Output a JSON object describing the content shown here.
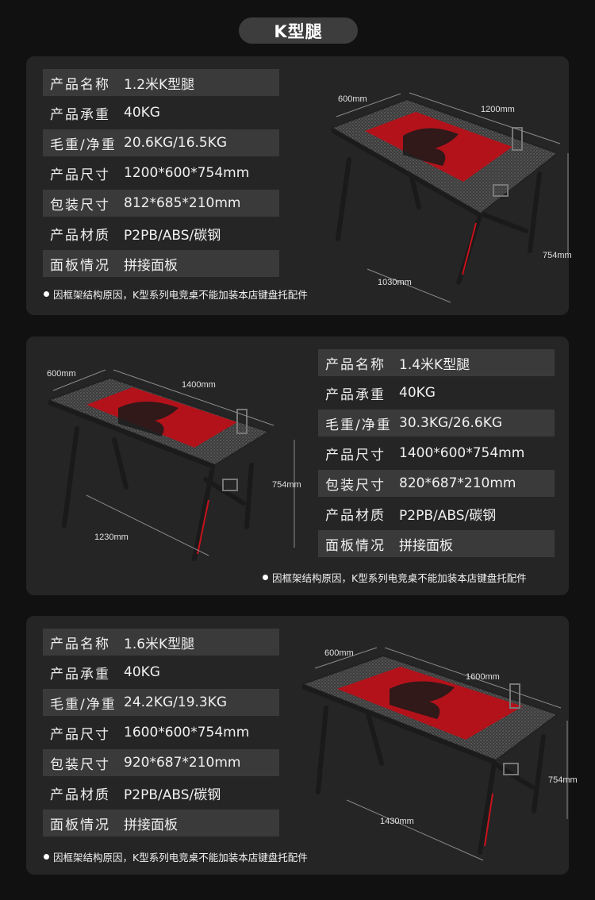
{
  "header": {
    "title": "K型腿"
  },
  "spec_keys": {
    "name": "产品名称",
    "load": "产品承重",
    "weight": "毛重/净重",
    "size": "产品尺寸",
    "package": "包装尺寸",
    "material": "产品材质",
    "panel": "面板情况"
  },
  "note_text": "因框架结构原因，K型系列电竞桌不能加装本店键盘托配件",
  "cards": [
    {
      "name": "1.2米K型腿",
      "load": "40KG",
      "weight": "20.6KG/16.5KG",
      "size": "1200*600*754mm",
      "package": "812*685*210mm",
      "material": "P2PB/ABS/碳钢",
      "panel": "拼接面板",
      "dims": {
        "depth": "600mm",
        "width": "1200mm",
        "height": "754mm",
        "leg": "1030mm"
      }
    },
    {
      "name": "1.4米K型腿",
      "load": "40KG",
      "weight": "30.3KG/26.6KG",
      "size": "1400*600*754mm",
      "package": "820*687*210mm",
      "material": "P2PB/ABS/碳钢",
      "panel": "拼接面板",
      "dims": {
        "depth": "600mm",
        "width": "1400mm",
        "height": "754mm",
        "leg": "1230mm"
      }
    },
    {
      "name": "1.6米K型腿",
      "load": "40KG",
      "weight": "24.2KG/19.3KG",
      "size": "1600*600*754mm",
      "package": "920*687*210mm",
      "material": "P2PB/ABS/碳钢",
      "panel": "拼接面板",
      "dims": {
        "depth": "600mm",
        "width": "1600mm",
        "height": "754mm",
        "leg": "1430mm"
      }
    }
  ],
  "colors": {
    "accent_red": "#c8121b",
    "bg": "#111111",
    "card": "#252525",
    "row_shade": "#3a3a3a"
  }
}
